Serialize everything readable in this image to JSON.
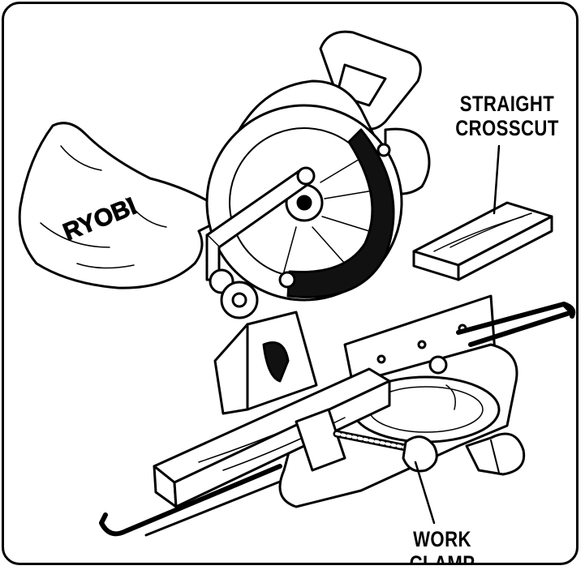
{
  "labels": {
    "straight_crosscut": [
      "STRAIGHT",
      "CROSSCUT"
    ],
    "work_clamp": [
      "WORK",
      "CLAMP"
    ]
  },
  "brand": "RYOBI",
  "colors": {
    "ink": "#000000",
    "paper": "#ffffff",
    "guard_band": "#111111"
  }
}
